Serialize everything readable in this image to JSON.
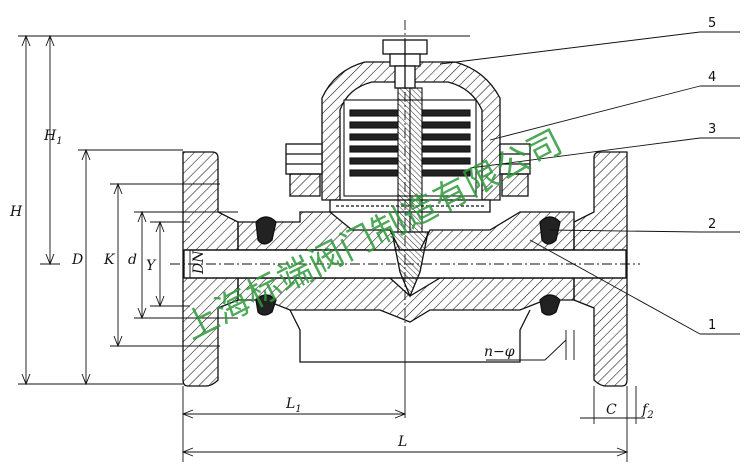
{
  "dimensions": {
    "H": "H",
    "H1": "H",
    "H1_sub": "1",
    "D": "D",
    "K": "K",
    "d": "d",
    "Y": "Y",
    "DN": "DN",
    "L1": "L",
    "L1_sub": "1",
    "L": "L",
    "C": "C",
    "f2": "f",
    "f2_sub": "2",
    "n_phi": "n−φ"
  },
  "part_numbers": [
    "1",
    "2",
    "3",
    "4",
    "5"
  ],
  "watermark": "上海标端阀门制造有限公司",
  "colors": {
    "line": "#111111",
    "watermark": "#2f9a3a"
  }
}
